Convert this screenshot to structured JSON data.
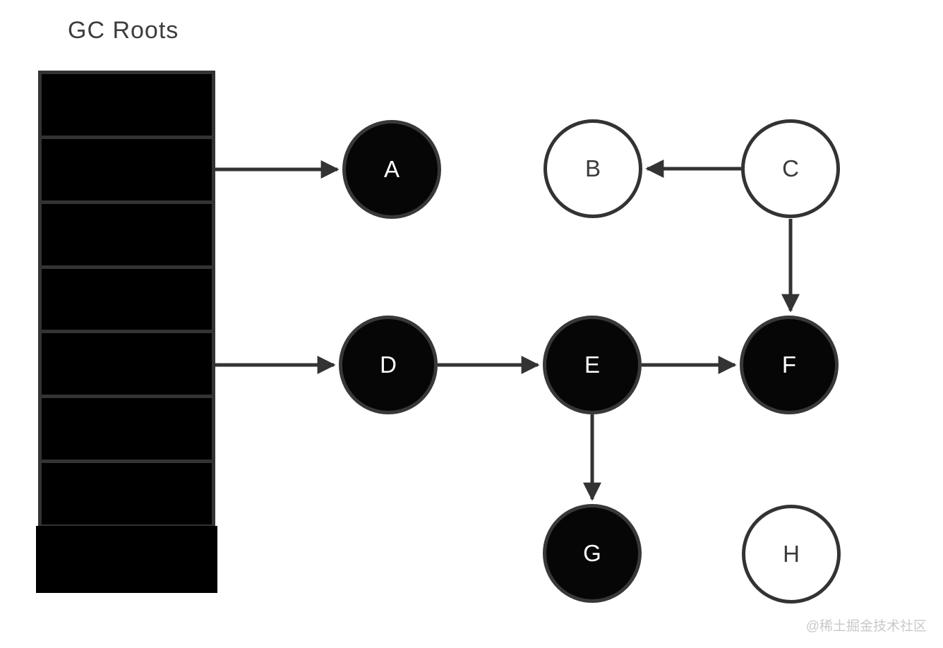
{
  "page": {
    "title": "GC Roots",
    "watermark": "@稀土掘金技术社区"
  },
  "diagram": {
    "type": "gc-reachability-graph",
    "stack": {
      "label": "GC Roots",
      "segment_count": 8,
      "outgoing_arrows": [
        "A",
        "D"
      ]
    },
    "nodes": [
      {
        "id": "A",
        "label": "A",
        "fill": "black",
        "reachable": true
      },
      {
        "id": "B",
        "label": "B",
        "fill": "white",
        "reachable": false
      },
      {
        "id": "C",
        "label": "C",
        "fill": "white",
        "reachable": false
      },
      {
        "id": "D",
        "label": "D",
        "fill": "black",
        "reachable": true
      },
      {
        "id": "E",
        "label": "E",
        "fill": "black",
        "reachable": true
      },
      {
        "id": "F",
        "label": "F",
        "fill": "black",
        "reachable": true
      },
      {
        "id": "G",
        "label": "G",
        "fill": "black",
        "reachable": true
      },
      {
        "id": "H",
        "label": "H",
        "fill": "white",
        "reachable": false
      }
    ],
    "edges": [
      {
        "from": "GC Roots",
        "to": "A"
      },
      {
        "from": "GC Roots",
        "to": "D"
      },
      {
        "from": "C",
        "to": "B"
      },
      {
        "from": "C",
        "to": "F"
      },
      {
        "from": "D",
        "to": "E"
      },
      {
        "from": "E",
        "to": "F"
      },
      {
        "from": "E",
        "to": "G"
      }
    ],
    "colors": {
      "filled_node": "#060606",
      "node_border": "#353535",
      "edge_stroke": "#333333",
      "stack_fill": "#000000",
      "stack_border": "#333333",
      "title_text": "#3d3d3d",
      "watermark_text": "#c9c9c9",
      "background": "#ffffff"
    }
  }
}
